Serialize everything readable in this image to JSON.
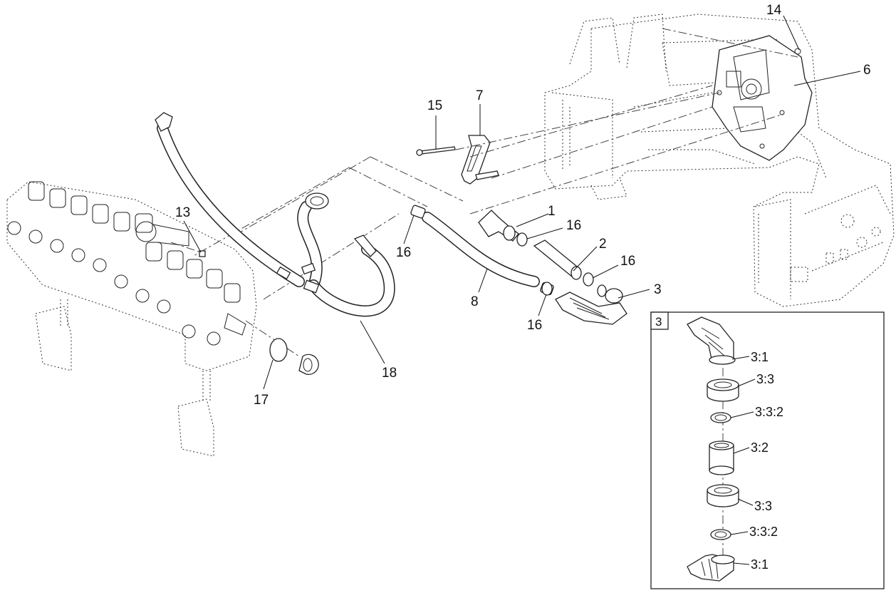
{
  "callouts": {
    "c1": "1",
    "c2": "2",
    "c3": "3",
    "c6": "6",
    "c7": "7",
    "c8": "8",
    "c13": "13",
    "c14": "14",
    "c15": "15",
    "c16a": "16",
    "c16b": "16",
    "c16c": "16",
    "c16d": "16",
    "c17": "17",
    "c18": "18"
  },
  "detail": {
    "box_label": "3",
    "items": {
      "d1": "3:1",
      "d2": "3:3",
      "d3": "3:3:2",
      "d4": "3:2",
      "d5": "3:3",
      "d6": "3:3:2",
      "d7": "3:1"
    }
  }
}
